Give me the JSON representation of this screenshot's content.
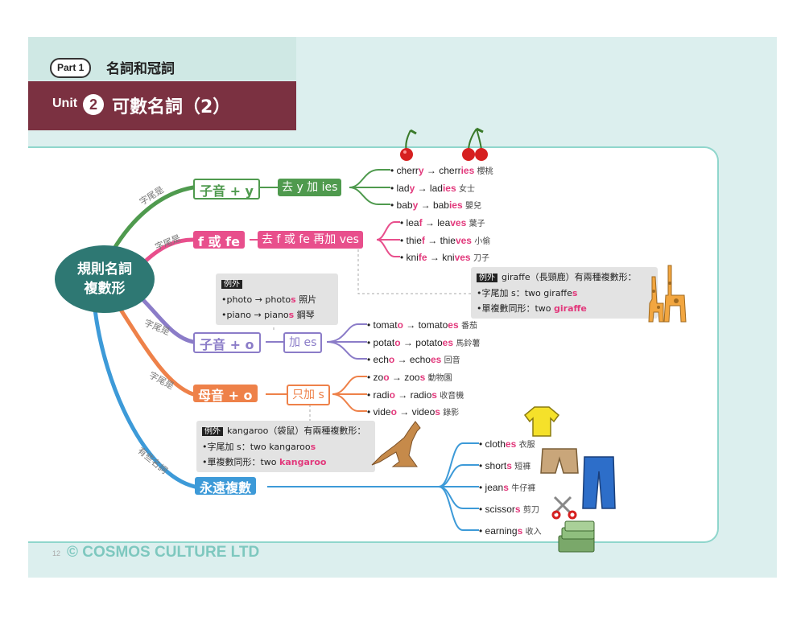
{
  "header": {
    "part_label": "Part 1",
    "part_title": "名詞和冠詞",
    "unit_label": "Unit",
    "unit_number": "2",
    "unit_title": "可數名詞（2）"
  },
  "center_node": [
    "規則名詞",
    "複數形"
  ],
  "branch_labels": [
    "字尾是",
    "字尾是",
    "字尾是",
    "字尾是",
    "有些名詞"
  ],
  "branches": [
    {
      "node": "子音 + y",
      "rule": "去 y 加 ies",
      "color": "#4f9a4e",
      "items": [
        {
          "base": "cherr",
          "base_hl": "y",
          "plural": "cherr",
          "plural_hl": "ies",
          "zh": "櫻桃"
        },
        {
          "base": "lad",
          "base_hl": "y",
          "plural": "lad",
          "plural_hl": "ies",
          "zh": "女士"
        },
        {
          "base": "bab",
          "base_hl": "y",
          "plural": "bab",
          "plural_hl": "ies",
          "zh": "嬰兒"
        }
      ]
    },
    {
      "node": "f 或 fe",
      "rule": "去 f 或 fe 再加 ves",
      "color": "#e84f8c",
      "items": [
        {
          "base": "lea",
          "base_hl": "f",
          "plural": "lea",
          "plural_hl": "ves",
          "zh": "葉子"
        },
        {
          "base": "thie",
          "base_hl": "f",
          "plural": "thie",
          "plural_hl": "ves",
          "zh": "小偷"
        },
        {
          "base": "kni",
          "base_hl": "fe",
          "plural": "kni",
          "plural_hl": "ves",
          "zh": "刀子"
        }
      ]
    },
    {
      "node": "子音 + o",
      "rule": "加 es",
      "color": "#8b7cc8",
      "items": [
        {
          "base": "tomat",
          "base_hl": "o",
          "plural": "tomato",
          "plural_hl": "es",
          "zh": "番茄"
        },
        {
          "base": "potat",
          "base_hl": "o",
          "plural": "potato",
          "plural_hl": "es",
          "zh": "馬鈴薯"
        },
        {
          "base": "ech",
          "base_hl": "o",
          "plural": "echo",
          "plural_hl": "es",
          "zh": "回音"
        }
      ]
    },
    {
      "node": "母音 + o",
      "rule": "只加 s",
      "color": "#ee8149",
      "items": [
        {
          "base": "zo",
          "base_hl": "o",
          "plural": "zoo",
          "plural_hl": "s",
          "zh": "動物園"
        },
        {
          "base": "radi",
          "base_hl": "o",
          "plural": "radio",
          "plural_hl": "s",
          "zh": "收音機"
        },
        {
          "base": "vide",
          "base_hl": "o",
          "plural": "video",
          "plural_hl": "s",
          "zh": "錄影"
        }
      ]
    },
    {
      "node": "永遠複數",
      "color": "#3d9ad8",
      "items": [
        {
          "word": "cloth",
          "hl": "es",
          "zh": "衣服"
        },
        {
          "word": "short",
          "hl": "s",
          "zh": "短褲"
        },
        {
          "word": "jean",
          "hl": "s",
          "zh": "牛仔褲"
        },
        {
          "word": "scissor",
          "hl": "s",
          "zh": "剪刀"
        },
        {
          "word": "earning",
          "hl": "s",
          "zh": "收入"
        }
      ]
    }
  ],
  "exceptions": {
    "tag": "例外",
    "o_box": {
      "line1_base": "•photo → photo",
      "line1_hl": "s",
      "line1_zh": "照片",
      "line2_base": "•piano → piano",
      "line2_hl": "s",
      "line2_zh": "鋼琴"
    },
    "giraffe": {
      "title": "giraffe（長頸鹿）有兩種複數形：",
      "line1": "•字尾加 s：two giraffe",
      "line1_hl": "s",
      "line2": "•單複數同形：two ",
      "line2_hl": "giraffe"
    },
    "kangaroo": {
      "title": "kangaroo（袋鼠）有兩種複數形：",
      "line1": "•字尾加 s：two kangaroo",
      "line1_hl": "s",
      "line2": "•單複數同形：two ",
      "line2_hl": "kangaroo"
    }
  },
  "footer": {
    "page_number": "12",
    "copyright": "© COSMOS CULTURE LTD"
  },
  "colors": {
    "header_band": "#7b3141",
    "center_node": "#2e7873",
    "highlight": "#e2397c",
    "panel_border": "#8fd6cc"
  }
}
